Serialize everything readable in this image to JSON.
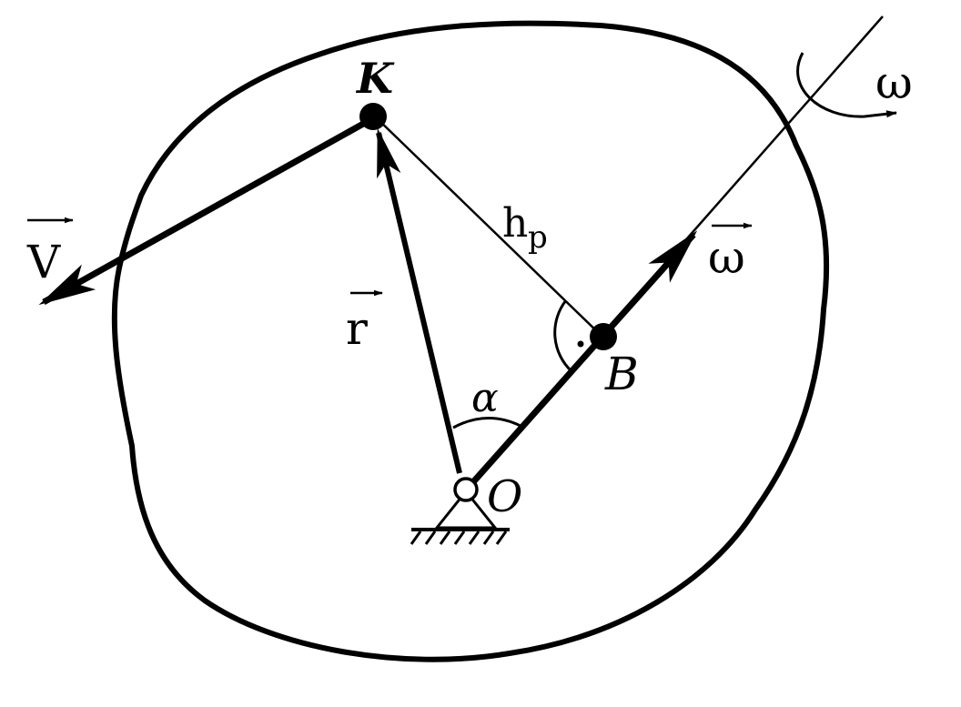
{
  "labels": {
    "point_k": "K",
    "point_b": "B",
    "point_o": "O",
    "velocity": "V",
    "radius_vector": "r",
    "omega_vector": "ω",
    "omega_rotation": "ω",
    "distance": "h",
    "distance_sub": "p",
    "angle": "α"
  },
  "colors": {
    "ink": "#000000",
    "paper": "#ffffff"
  }
}
